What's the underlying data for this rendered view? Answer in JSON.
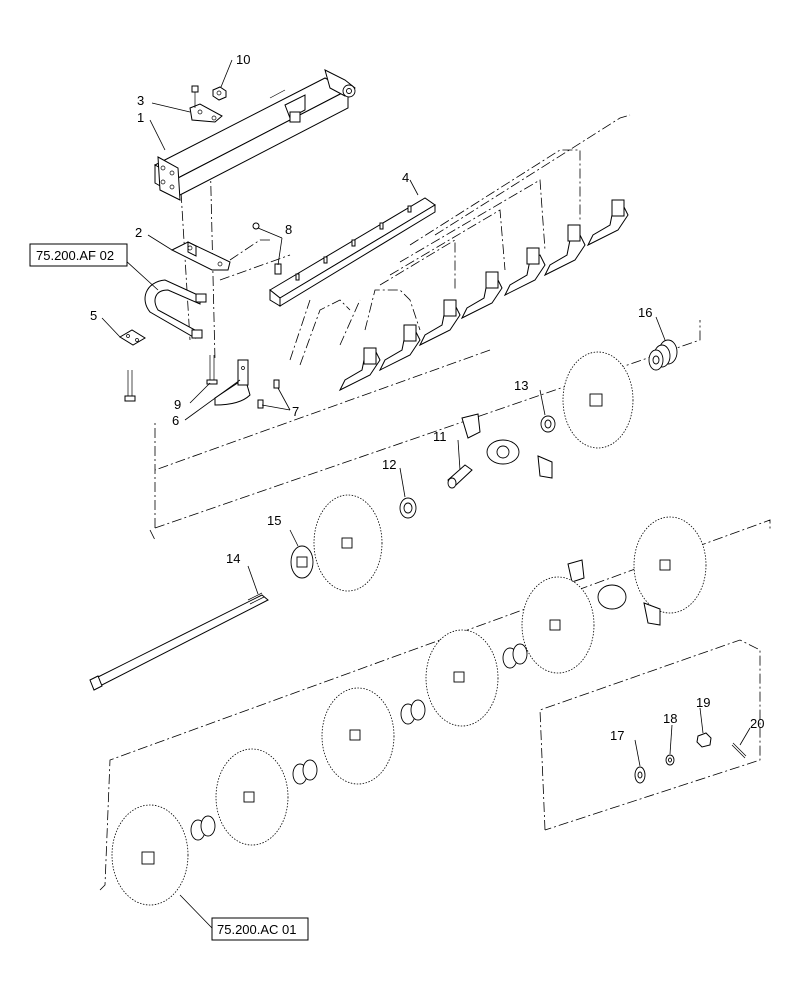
{
  "diagram": {
    "callouts": [
      "1",
      "2",
      "3",
      "4",
      "5",
      "6",
      "7",
      "8",
      "9",
      "10",
      "11",
      "12",
      "13",
      "14",
      "15",
      "16",
      "17",
      "18",
      "19",
      "20"
    ],
    "references": [
      "75.200.AF 02",
      "75.200.AC 01"
    ]
  }
}
